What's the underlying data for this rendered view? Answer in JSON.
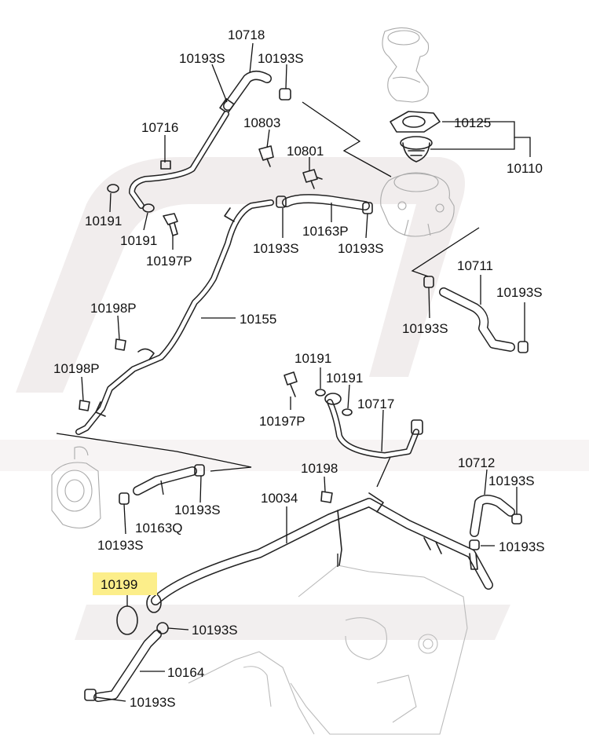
{
  "labels": {
    "p10718": "10718",
    "p10193s_a": "10193S",
    "p10193s_b": "10193S",
    "p10716": "10716",
    "p10803": "10803",
    "p10801": "10801",
    "p10125": "10125",
    "p10110": "10110",
    "p10191_a": "10191",
    "p10191_b": "10191",
    "p10197p_a": "10197P",
    "p10193s_c": "10193S",
    "p10163p": "10163P",
    "p10193s_d": "10193S",
    "p10711": "10711",
    "p10193s_e": "10193S",
    "p10193s_f": "10193S",
    "p10198p_a": "10198P",
    "p10155": "10155",
    "p10198p_b": "10198P",
    "p10191_c": "10191",
    "p10191_d": "10191",
    "p10717": "10717",
    "p10197p_b": "10197P",
    "p10198": "10198",
    "p10712": "10712",
    "p10193s_g": "10193S",
    "p10034": "10034",
    "p10193s_h": "10193S",
    "p10163q": "10163Q",
    "p10193s_i": "10193S",
    "p10193s_j": "10193S",
    "p10199": "10199",
    "p10193s_k": "10193S",
    "p10164": "10164",
    "p10193s_l": "10193S"
  },
  "colors": {
    "highlight": "#fcee8a",
    "ink": "#111111",
    "watermark": "#f1eded"
  }
}
